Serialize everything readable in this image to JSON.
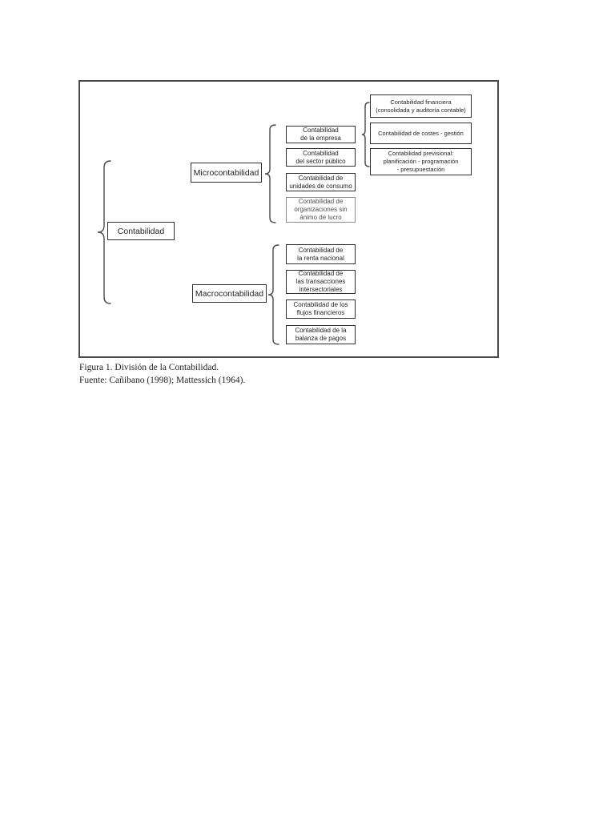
{
  "diagram": {
    "root": {
      "label": "Contabilidad"
    },
    "micro": {
      "label": "Microcontabilidad",
      "children": [
        {
          "lines": [
            "Contabilidad",
            "de la empresa"
          ]
        },
        {
          "lines": [
            "Contabilidad",
            "del sector público"
          ]
        },
        {
          "lines": [
            "Contabilidad de",
            "unidades de consumo"
          ]
        },
        {
          "lines": [
            "Contabilidad de",
            "organizaciones sin",
            "ánimo de lucro"
          ]
        }
      ]
    },
    "empresa_children": [
      {
        "lines": [
          "Contabilidad financiera",
          "(consolidada y auditoría contable)"
        ]
      },
      {
        "lines": [
          "Contabilidad de costes - gestión"
        ]
      },
      {
        "lines": [
          "Contabilidad previsional:",
          "planificación - programación",
          "- presupuestación"
        ]
      }
    ],
    "macro": {
      "label": "Macrocontabilidad",
      "children": [
        {
          "lines": [
            "Contabilidad de",
            "la renta nacional"
          ]
        },
        {
          "lines": [
            "Contabilidad de",
            "las transacciones",
            "intersectoriales"
          ]
        },
        {
          "lines": [
            "Contabilidad de los",
            "flujos financieros"
          ]
        },
        {
          "lines": [
            "Contabilidad de la",
            "balanza de pagos"
          ]
        }
      ]
    }
  },
  "caption": {
    "line1": "Figura 1. División de la Contabilidad.",
    "line2": "Fuente: Cañibano (1998); Mattessich (1964)."
  },
  "colors": {
    "ink": "#1f1f1f",
    "border": "#2e2e2e",
    "frame": "#4a4a4a",
    "background": "#ffffff"
  }
}
